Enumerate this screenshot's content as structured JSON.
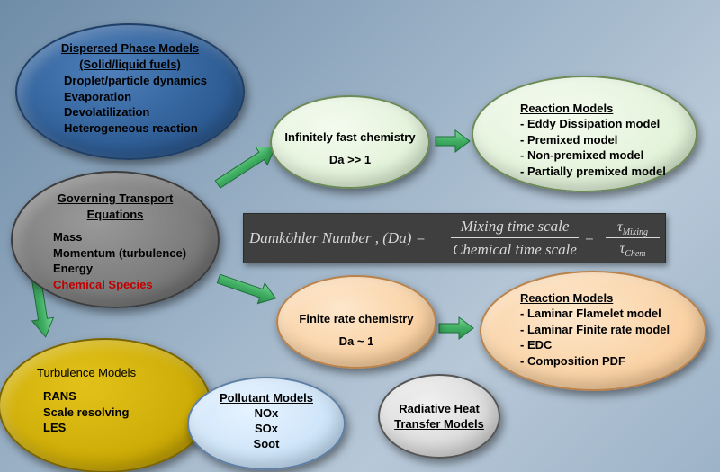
{
  "dispersed": {
    "title_line1": "Dispersed Phase Models",
    "title_line2": "(Solid/liquid fuels)",
    "items": [
      "Droplet/particle dynamics",
      "Evaporation",
      "Devolatilization",
      "Heterogeneous reaction"
    ]
  },
  "governing": {
    "title_line1": "Governing Transport",
    "title_line2": "Equations",
    "items": [
      "Mass",
      "Momentum (turbulence)",
      "Energy"
    ],
    "highlight_item": "Chemical Species"
  },
  "fast_chemistry": {
    "label": "Infinitely fast chemistry",
    "condition": "Da >> 1"
  },
  "reaction_models_fast": {
    "title": "Reaction Models",
    "items": [
      "- Eddy Dissipation model",
      "- Premixed model",
      "- Non-premixed model",
      "- Partially premixed model"
    ]
  },
  "finite_chemistry": {
    "label": "Finite rate chemistry",
    "condition": "Da ~ 1"
  },
  "reaction_models_finite": {
    "title": "Reaction Models",
    "items": [
      "- Laminar Flamelet model",
      "- Laminar Finite rate model",
      "- EDC",
      "- Composition PDF"
    ]
  },
  "turbulence": {
    "title": "Turbulence Models",
    "items": [
      "RANS",
      "Scale resolving",
      "LES"
    ]
  },
  "pollutant": {
    "title": "Pollutant Models",
    "items": [
      "NOx",
      "SOx",
      "Soot"
    ]
  },
  "radiative": {
    "title_line1": "Radiative Heat",
    "title_line2": "Transfer Models"
  },
  "formula": {
    "lhs": "Damköhler Number , (Da) =",
    "numerator": "Mixing  time scale",
    "denominator": "Chemical  time scale",
    "equals": "=",
    "tau_num": "τ",
    "tau_num_sub": "Mixing",
    "tau_den": "τ",
    "tau_den_sub": "Chem"
  },
  "colors": {
    "arrow_fill": "#3fae62",
    "arrow_stroke": "#1f6e3a",
    "highlight": "#c00000"
  }
}
